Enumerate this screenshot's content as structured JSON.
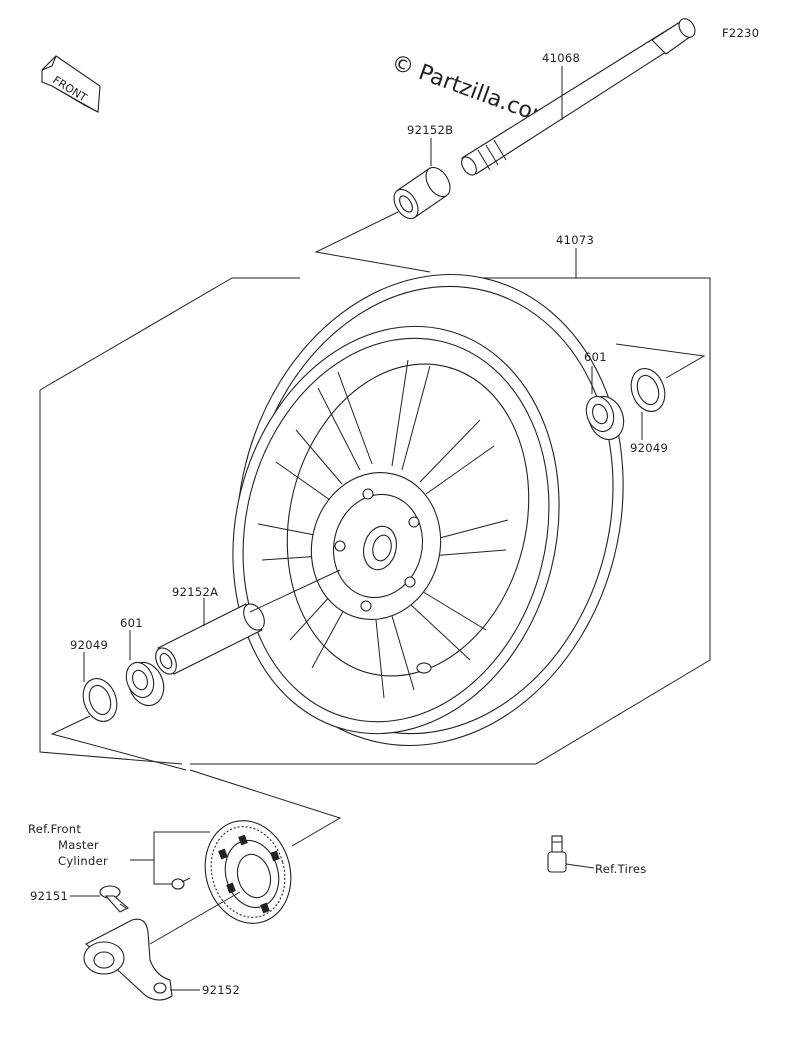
{
  "diagram_code": "F2230",
  "watermark": "© Partzilla.com",
  "front_badge": "FRONT",
  "labels": {
    "axle": "41068",
    "collar_b": "92152B",
    "wheel": "41073",
    "bearing_right": "601",
    "seal_right": "92049",
    "collar_a": "92152A",
    "bearing_left": "601",
    "seal_left": "92049",
    "ref_master_1": "Ref.Front",
    "ref_master_2": "Master",
    "ref_master_3": "Cylinder",
    "ref_tires": "Ref.Tires",
    "bolt": "92151",
    "collar_c": "92152"
  }
}
